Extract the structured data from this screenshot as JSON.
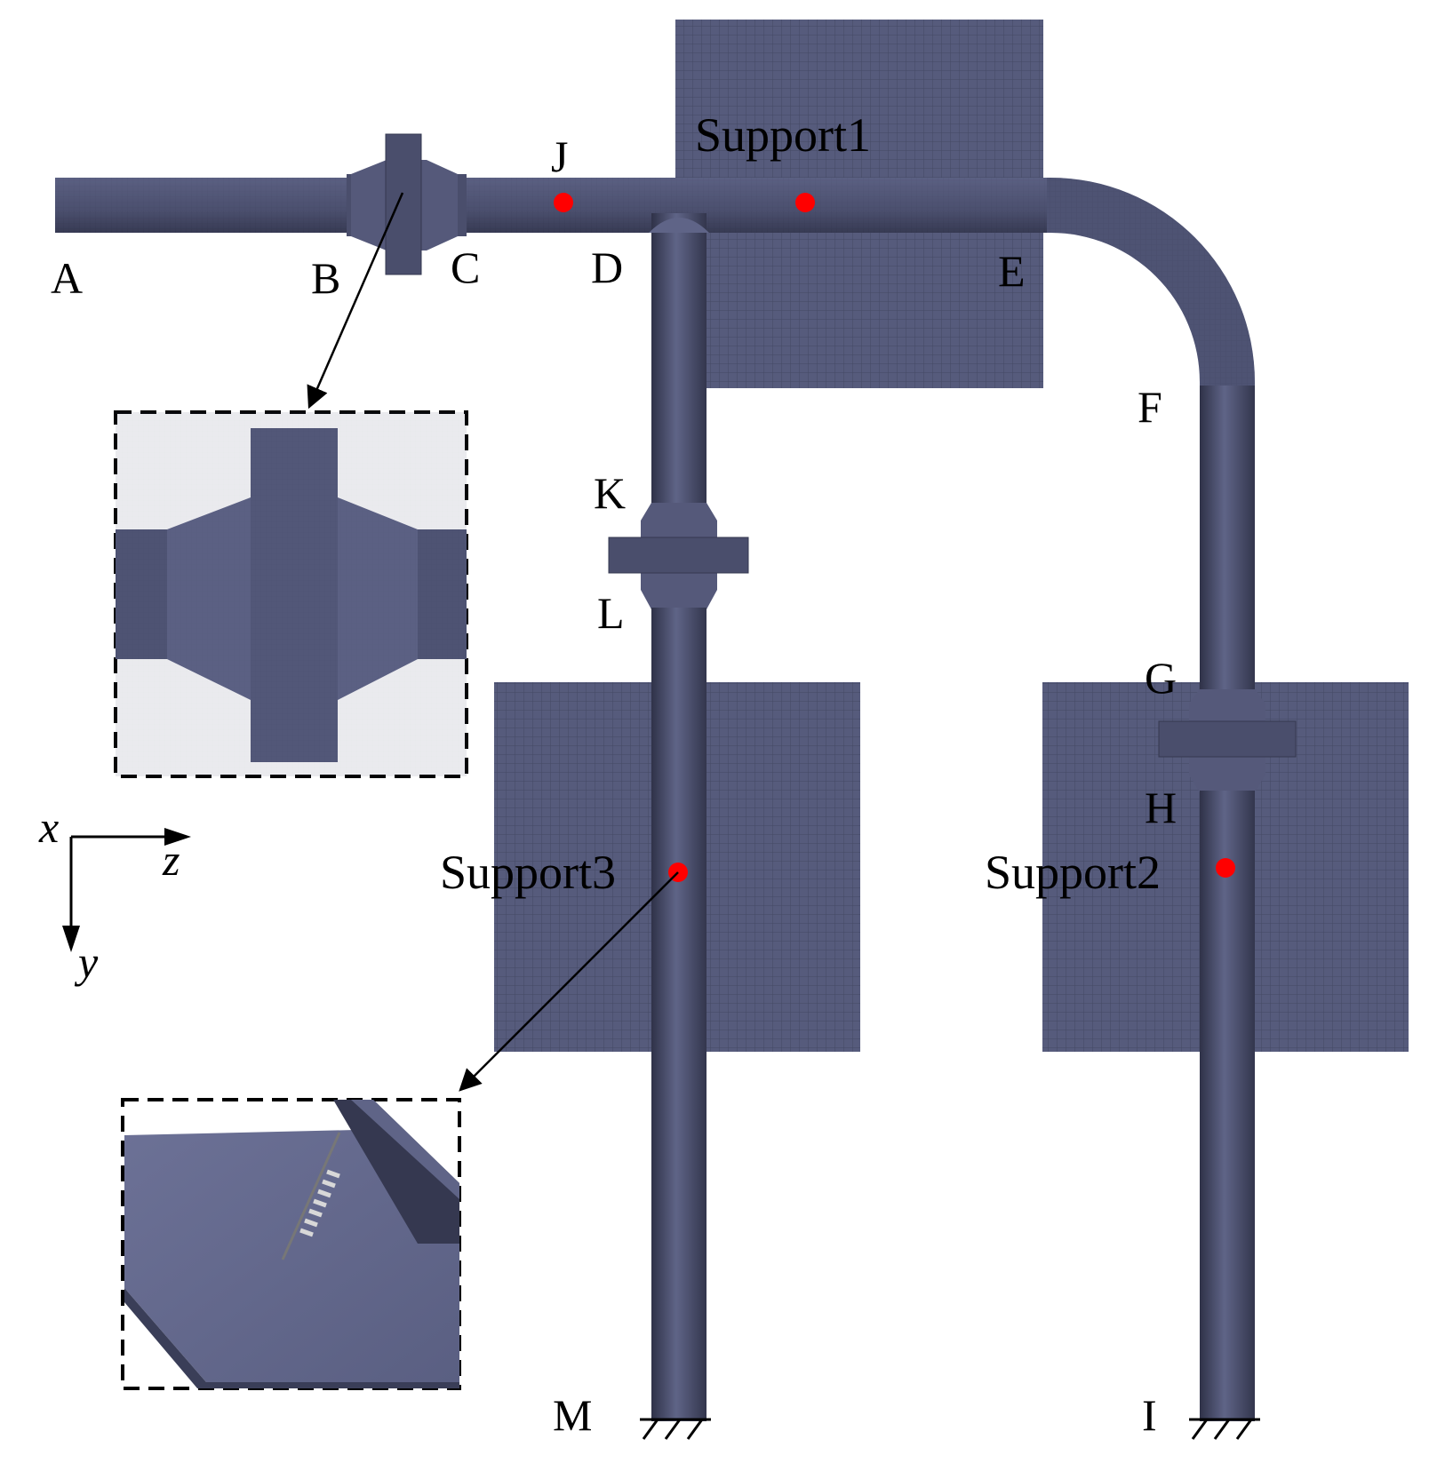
{
  "diagram": {
    "point_labels": {
      "A": "A",
      "B": "B",
      "C": "C",
      "D": "D",
      "E": "E",
      "F": "F",
      "G": "G",
      "H": "H",
      "I": "I",
      "J": "J",
      "K": "K",
      "L": "L",
      "M": "M"
    },
    "support_labels": {
      "support1": "Support1",
      "support2": "Support2",
      "support3": "Support3"
    },
    "axes": {
      "x": "x",
      "y": "y",
      "z": "z"
    },
    "colors": {
      "mesh": "#4e5373",
      "mesh_dark": "#3a3e58",
      "mesh_light": "#6a6f91",
      "marker": "#ff0000",
      "callout_border": "#000000"
    }
  }
}
